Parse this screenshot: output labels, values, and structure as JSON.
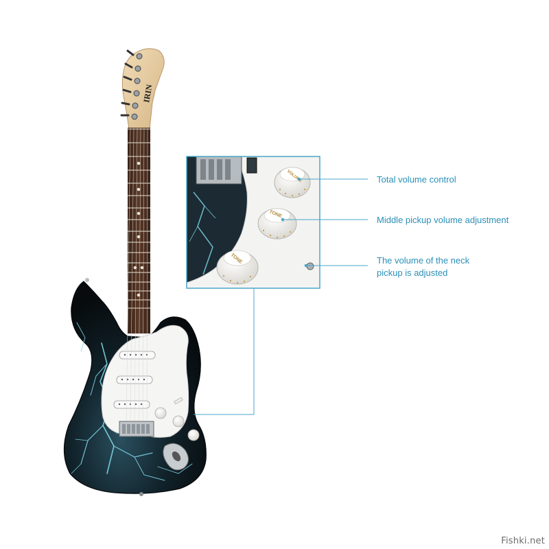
{
  "colors": {
    "accent": "#2a8fb8",
    "body": "#0d1419",
    "lightning": "#7fd7e8",
    "pickguard": "#f5f5f3"
  },
  "headstock": {
    "brand": "IRIN"
  },
  "knob_labels": {
    "volume": "VOLUME",
    "tone": "TONE"
  },
  "callouts": {
    "total_volume": "Total volume control",
    "middle_pickup": "Middle pickup volume adjustment",
    "neck_pickup": [
      "The volume of the neck",
      "pickup is adjusted"
    ]
  },
  "watermark": "Fishki.net"
}
